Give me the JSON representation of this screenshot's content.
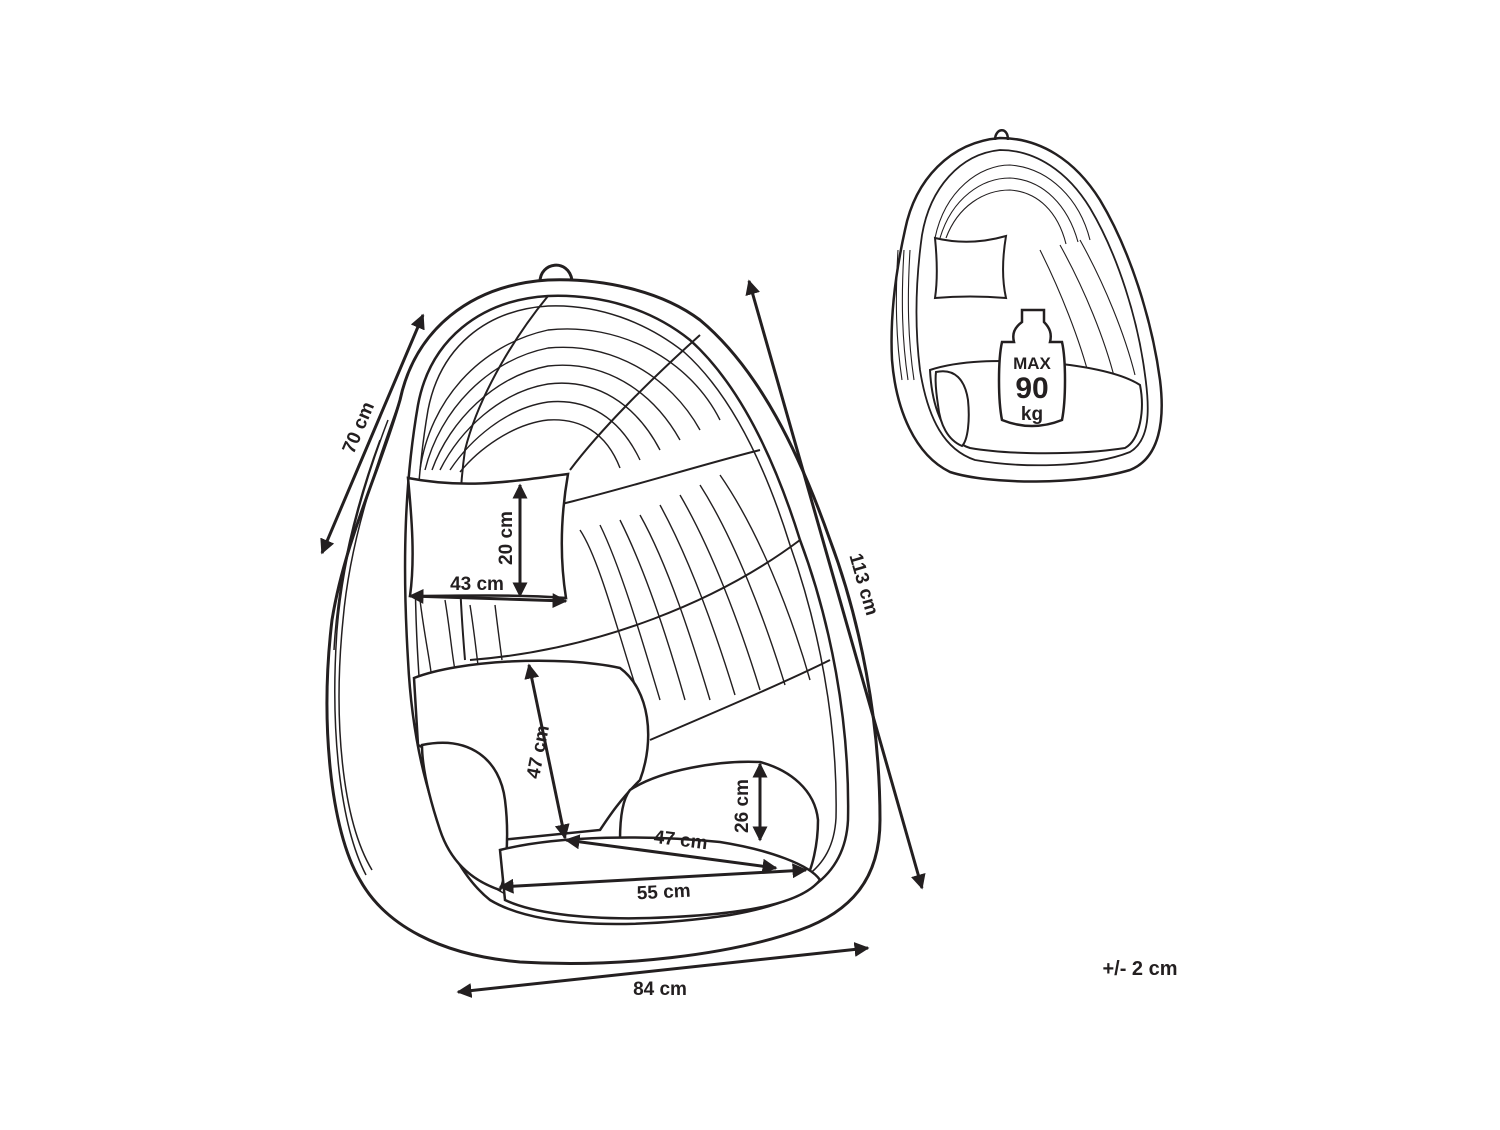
{
  "diagram": {
    "colors": {
      "ink": "#231f20",
      "background": "#ffffff"
    },
    "dimensions": {
      "depth": "70 cm",
      "height": "113 cm",
      "width": "84 cm",
      "pillow_height": "20 cm",
      "pillow_width": "43 cm",
      "back_cushion_height": "47 cm",
      "seat_depth": "47 cm",
      "seat_width": "55 cm",
      "armrest_height": "26 cm"
    },
    "max_load": {
      "line1": "MAX",
      "line2": "90",
      "line3": "kg"
    },
    "tolerance": "+/- 2 cm"
  }
}
